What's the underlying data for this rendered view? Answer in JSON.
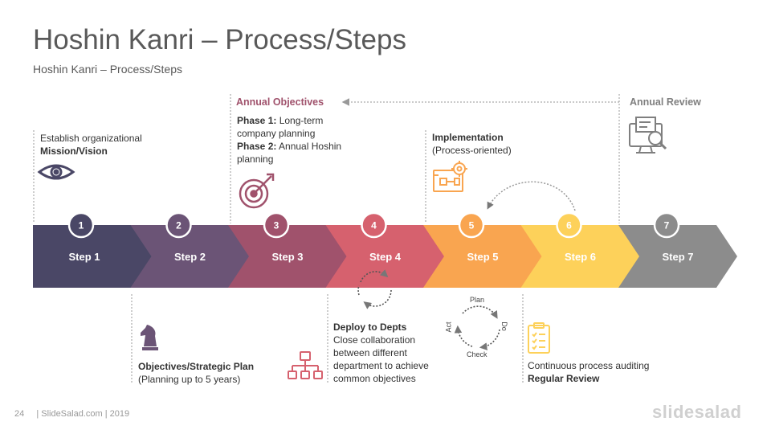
{
  "title": "Hoshin Kanri – Process/Steps",
  "subtitle": "Hoshin Kanri – Process/Steps",
  "steps": [
    {
      "num": "1",
      "label": "Step 1",
      "color": "#4a4766"
    },
    {
      "num": "2",
      "label": "Step 2",
      "color": "#6b5476"
    },
    {
      "num": "3",
      "label": "Step 3",
      "color": "#a0526c"
    },
    {
      "num": "4",
      "label": "Step 4",
      "color": "#d6616e"
    },
    {
      "num": "5",
      "label": "Step 5",
      "color": "#f9a550"
    },
    {
      "num": "6",
      "label": "Step 6",
      "color": "#fdd15a"
    },
    {
      "num": "7",
      "label": "Step 7",
      "color": "#8c8c8c"
    }
  ],
  "step1": {
    "line1": "Establish organizational",
    "line2": "Mission/Vision"
  },
  "step2": {
    "head": "Objectives/Strategic Plan",
    "body": "(Planning  up to 5 years)"
  },
  "step3": {
    "head": "Annual Objectives",
    "phase1_label": "Phase 1:",
    "phase1_text": " Long-term",
    "phase1_cont": "company planning",
    "phase2_label": "Phase 2:",
    "phase2_text": " Annual  Hoshin",
    "phase2_cont": "planning"
  },
  "step4": {
    "head": "Deploy to Depts",
    "lines": [
      "Close collaboration",
      "between different",
      "department  to achieve",
      "common objectives"
    ]
  },
  "step5": {
    "head": "Implementation",
    "body": "(Process-oriented)"
  },
  "pdca": {
    "plan": "Plan",
    "do": "Do",
    "check": "Check",
    "act": "Act"
  },
  "step6": {
    "line1": "Continuous process auditing",
    "line2": "Regular Review"
  },
  "step7": {
    "head": "Annual Review"
  },
  "footer": {
    "page": "24",
    "text": "| SlideSalad.com | 2019"
  },
  "brand": "slidesalad",
  "icons": [
    "eye-icon",
    "knight-icon",
    "target-icon",
    "org-chart-icon",
    "cycle-icon",
    "blueprint-gear-icon",
    "checklist-icon",
    "monitor-search-icon"
  ]
}
